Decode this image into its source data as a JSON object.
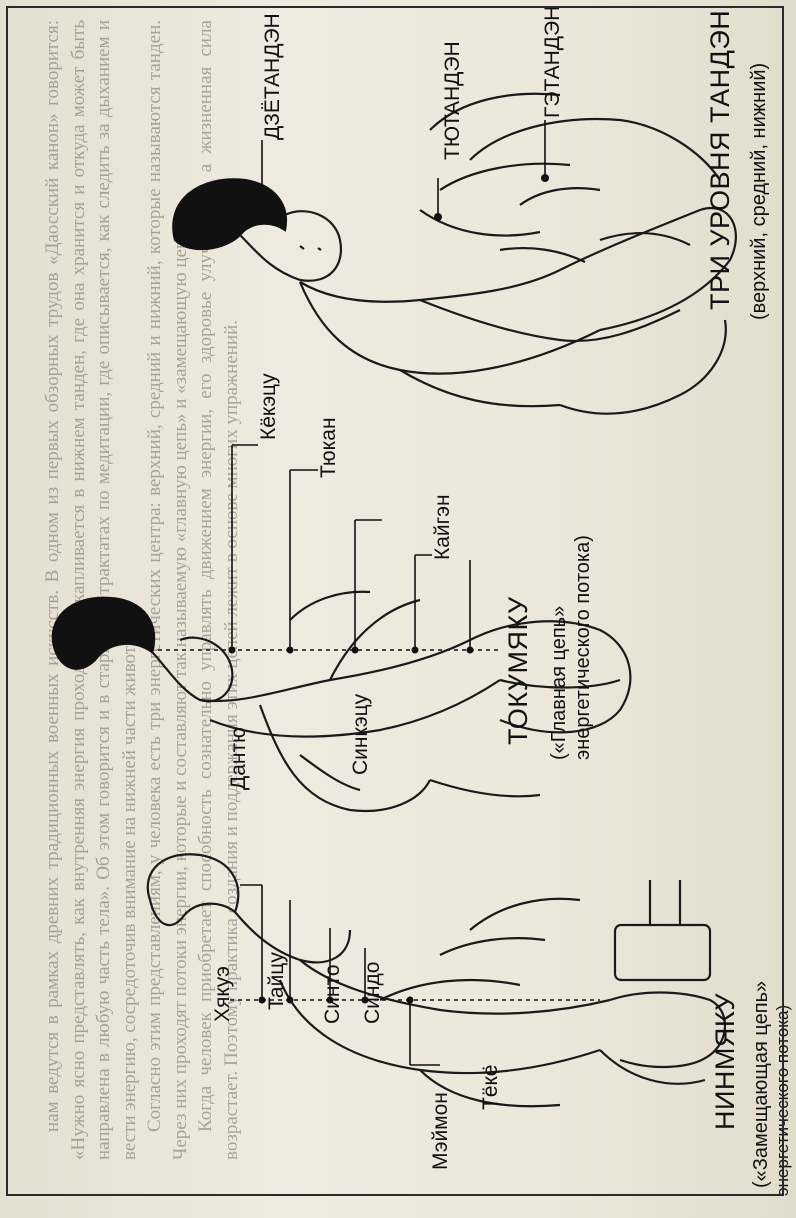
{
  "body_text": {
    "paragraphs": [
      "нам ведутся в рамках древних традиционных военных искусств. В одном из первых обзорных трудов «Даосский канон» говорится: «Нужно ясно представлять, как внутренняя энергия проходит и накапливается в нижнем танден, где она хранится и откуда может быть направлена в любую часть тела». Об этом говорится и в старинных трактатах по медитации, где описывается, как следить за дыханием и вести энергию, сосредоточив внимание на нижней части живота.",
      "Согласно этим представлениям, у человека есть три энергетических центра: верхний, средний и нижний, которые называются танден. Через них проходят потоки энергии, которые и составляют так называемую «главную цепь» и «замещающую цепь».",
      "Когда человек приобретает способность сознательно управлять движением энергии, его здоровье улучшается, а жизненная сила возрастает. Поэтому практика создания и поддержания этих цепей лежит в основе многих упражнений."
    ]
  },
  "labels": {
    "houyu": "Хякуэ",
    "taichu": "Тайцу",
    "sinto": "Синто",
    "sindo": "Синдо",
    "memon": "Мэймон",
    "teke": "Тёкё",
    "danto": "Дантю",
    "sinkotsu": "Синкэцу",
    "kekkey": "Кёкэцу",
    "tyukan": "Тюкан",
    "kaigen": "Кайгэн",
    "dzetanden": "ДЗЁТАНДЭН",
    "tyutanden": "ТЮТАНДЭН",
    "getanden": "ГЭТАНДЭН"
  },
  "captions": {
    "three_levels": "ТРИ УРОВНЯ ТАНДЭН",
    "three_levels_sub": "(верхний, средний, нижний)",
    "tokumyaku": "ТОКУМЯКУ",
    "tokumyaku_sub1": "(«Главная цепь»",
    "tokumyaku_sub2": "энергетического потока)",
    "ninmyaku": "НИНМЯКУ",
    "ninmyaku_sub1": "(«Замещающая цепь»",
    "ninmyaku_sub2": "энергетического потока)"
  }
}
